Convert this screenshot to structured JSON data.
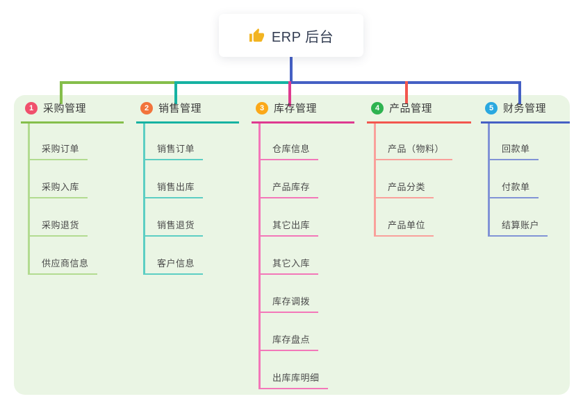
{
  "root": {
    "title": "ERP 后台",
    "icon": "thumbs-up-icon",
    "icon_color": "#F2B422"
  },
  "colors": {
    "trunk_blue": "#4560C4",
    "panel_bg": "#EAF5E4",
    "root_bg": "#FFFFFF",
    "root_text": "#333D52"
  },
  "branches": [
    {
      "index": "1",
      "label": "采购管理",
      "badge_color": "#F0506C",
      "line_color": "#85BE4B",
      "child_line_color": "#B2DB90",
      "children": [
        "采购订单",
        "采购入库",
        "采购退货",
        "供应商信息"
      ]
    },
    {
      "index": "2",
      "label": "销售管理",
      "badge_color": "#F2743C",
      "line_color": "#16B2A2",
      "child_line_color": "#5CCEC3",
      "children": [
        "销售订单",
        "销售出库",
        "销售退货",
        "客户信息"
      ]
    },
    {
      "index": "3",
      "label": "库存管理",
      "badge_color": "#FBA819",
      "line_color": "#DE3A90",
      "child_line_color": "#F377B9",
      "children": [
        "仓库信息",
        "产品库存",
        "其它出库",
        "其它入库",
        "库存调拨",
        "库存盘点",
        "出库库明细"
      ]
    },
    {
      "index": "4",
      "label": "产品管理",
      "badge_color": "#2EB350",
      "line_color": "#F2564E",
      "child_line_color": "#F9A09B",
      "children": [
        "产品（物料）",
        "产品分类",
        "产品单位"
      ]
    },
    {
      "index": "5",
      "label": "财务管理",
      "badge_color": "#2AA8E0",
      "line_color": "#4560C4",
      "child_line_color": "#8193D6",
      "children": [
        "回款单",
        "付款单",
        "结算账户"
      ]
    }
  ]
}
